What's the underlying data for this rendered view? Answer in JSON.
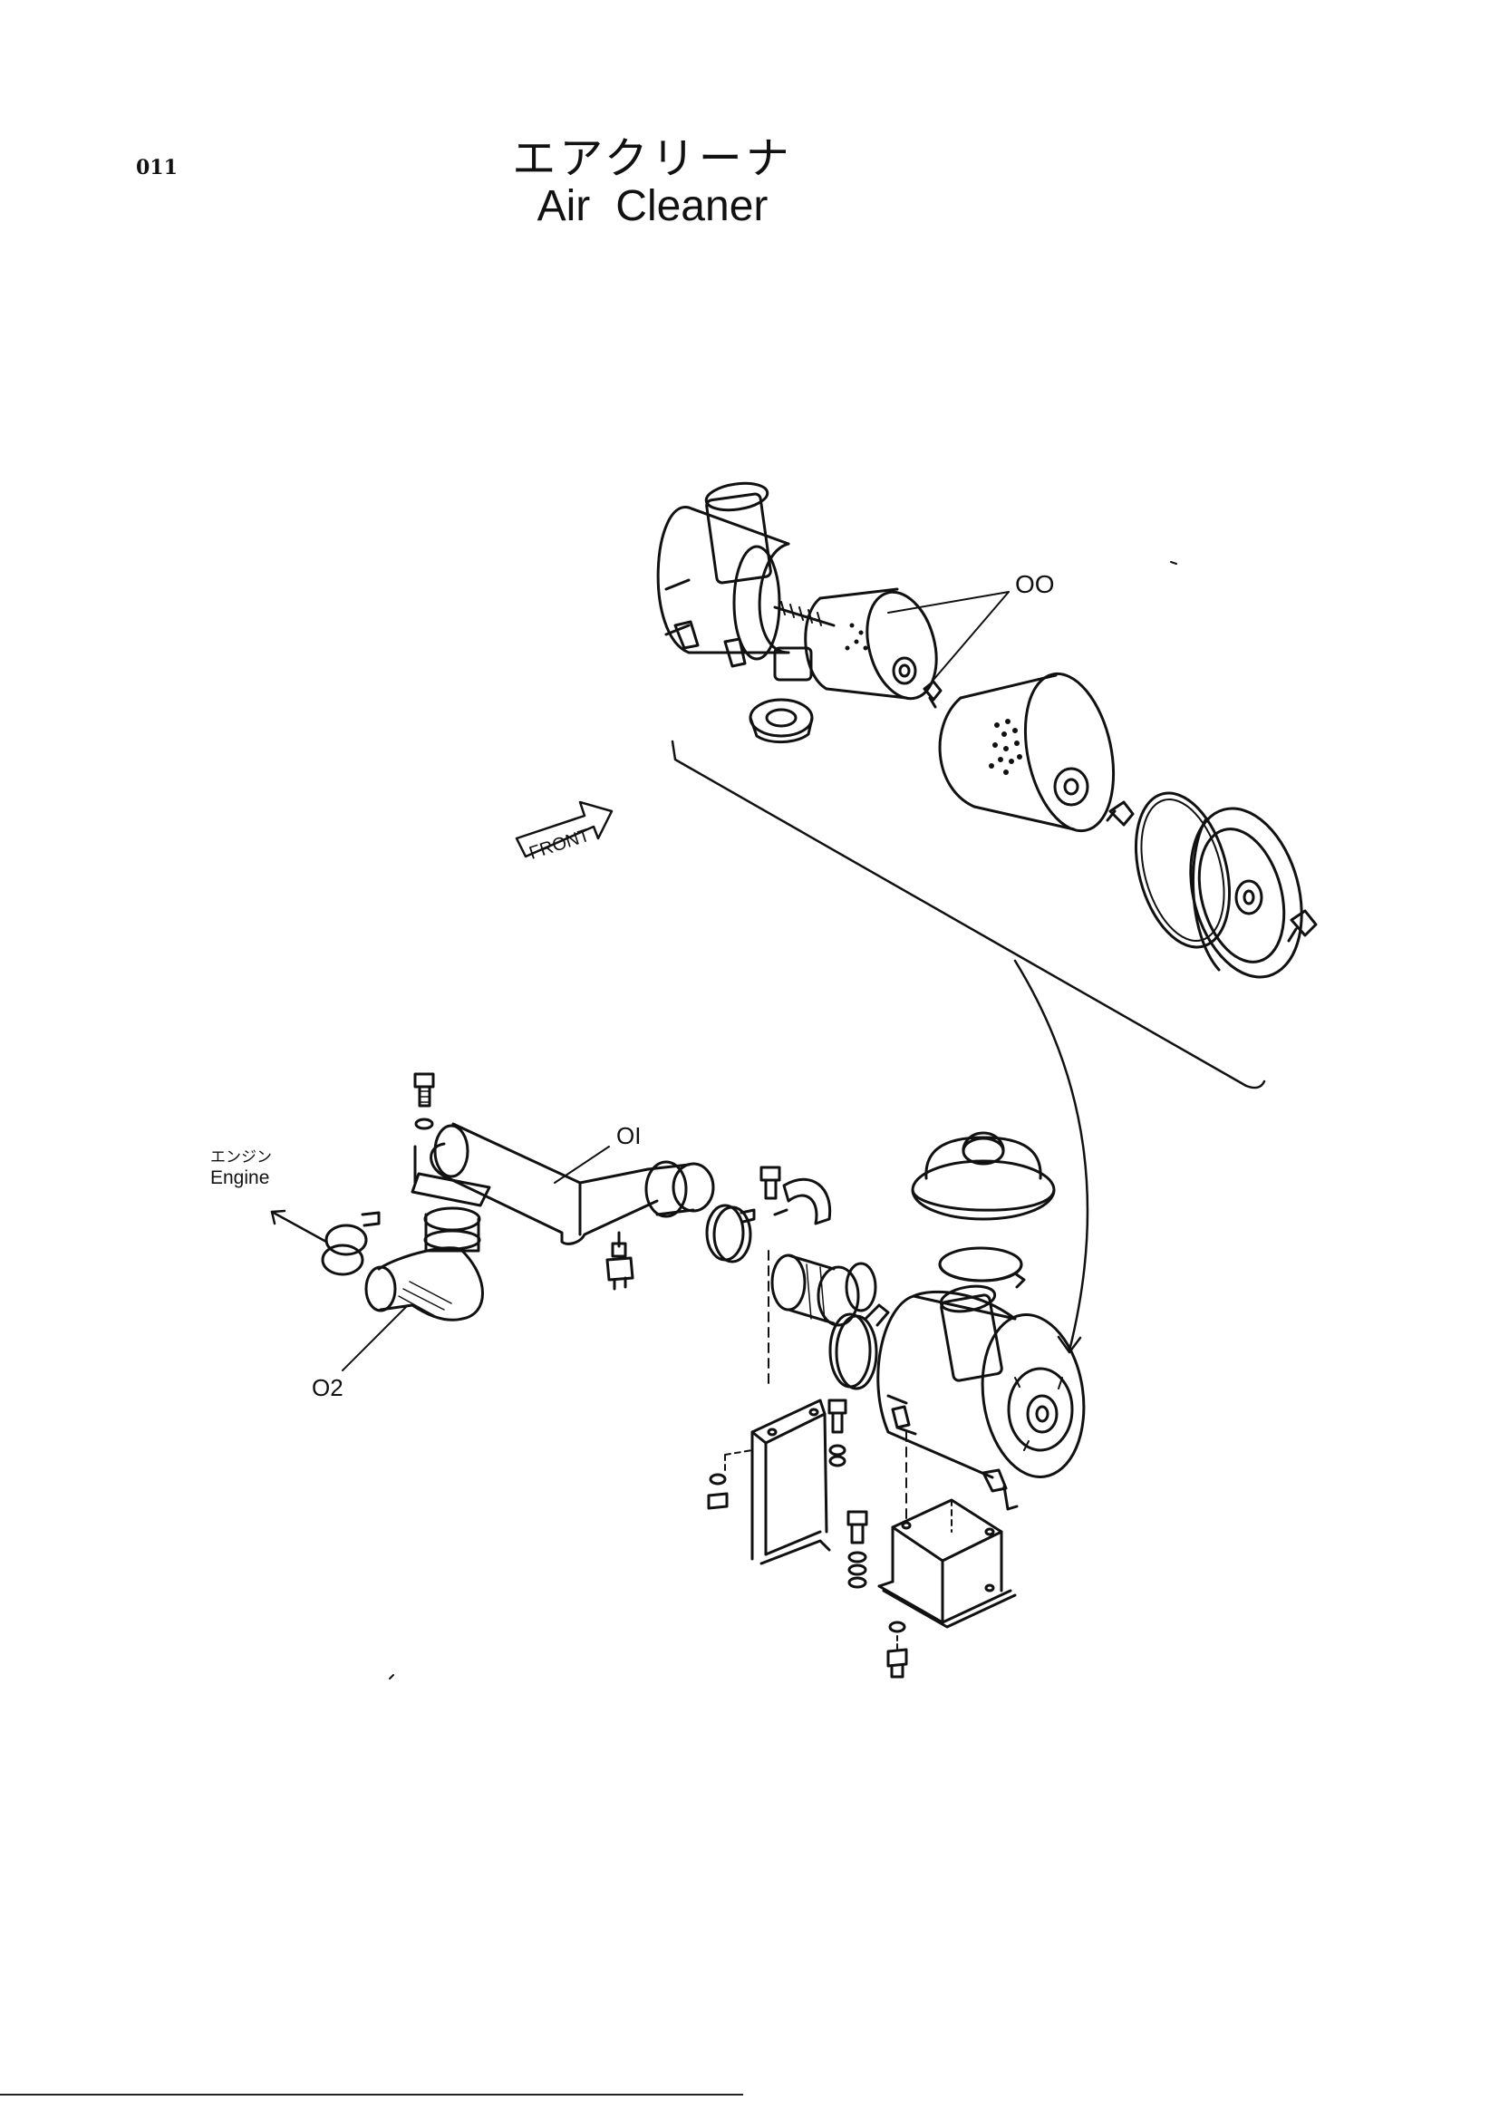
{
  "page": {
    "number": "011",
    "title_jp": "エアクリーナ",
    "title_en_word1": "Air",
    "title_en_word2": "Cleaner"
  },
  "diagram": {
    "callouts": {
      "part_00": "OO",
      "part_01": "OI",
      "part_02": "O2"
    },
    "front_arrow_label": "FRONT",
    "engine_label_jp": "エンジン",
    "engine_label_en": "Engine"
  },
  "colors": {
    "ink": "#111111",
    "paper": "#ffffff"
  }
}
